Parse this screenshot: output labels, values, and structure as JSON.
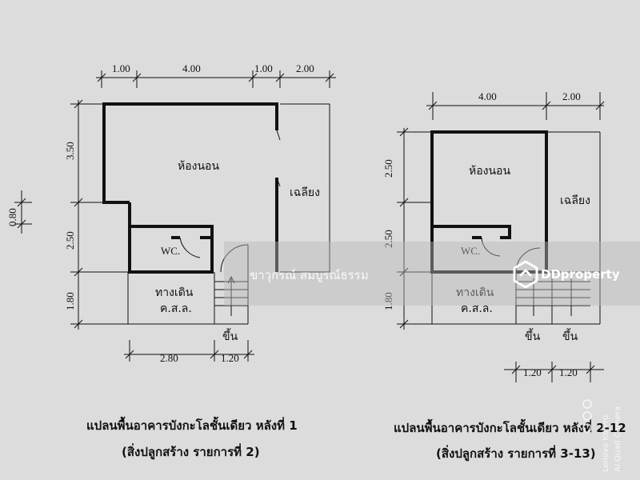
{
  "plan1": {
    "top_dims": [
      "1.00",
      "4.00",
      "1.00",
      "2.00"
    ],
    "left_dims": [
      "3.50",
      "2.50",
      "1.80"
    ],
    "side_dim": "0.80",
    "bottom_dims": [
      "2.80",
      "1.20"
    ],
    "rooms": {
      "bedroom": "ห้องนอน",
      "porch": "เฉลียง",
      "wc": "WC.",
      "walkway": "ทางเดิน",
      "walkway_sub": "ค.ส.ล.",
      "up": "ขึ้น"
    },
    "caption_line1": "แปลนพื้นอาคารบังกะโลชั้นเดียว หลังที่ 1",
    "caption_line2": "(สิ่งปลูกสร้าง รายการที่ 2)"
  },
  "plan2": {
    "top_dims": [
      "4.00",
      "2.00"
    ],
    "left_dims": [
      "2.50",
      "2.50",
      "1.80"
    ],
    "bottom_dims": [
      "1.20",
      "1.20"
    ],
    "rooms": {
      "bedroom": "ห้องนอน",
      "porch": "เฉลียง",
      "wc": "WC.",
      "walkway": "ทางเดิน",
      "walkway_sub": "ค.ส.ล.",
      "up_left": "ขึ้น",
      "up_right": "ขึ้น"
    },
    "caption_line1": "แปลนพื้นอาคารบังกะโลชั้นเดียว หลังที่ 2-12",
    "caption_line2": "(สิ่งปลูกสร้าง รายการที่ 3-13)"
  },
  "watermark": {
    "owner": "ขาวุกรณ์ สมบูรณ์ธรรม",
    "brand": "DDproperty"
  },
  "camera": {
    "line1": "Lenovo K6 Pro",
    "line2": "AI Quad Camera"
  },
  "colors": {
    "wall": "#111111",
    "paper": "#dcdcdc",
    "watermark_band": "#b9b9b9"
  }
}
